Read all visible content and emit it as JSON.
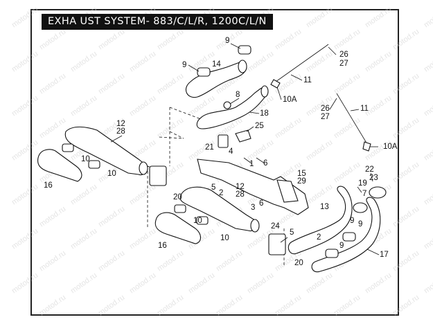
{
  "title": "EXHA UST SYSTEM- 883/C/L/R, 1200C/L/N",
  "watermark": "motod.ru",
  "callouts": [
    {
      "id": "c9a",
      "text": "9"
    },
    {
      "id": "c26a",
      "text": "26"
    },
    {
      "id": "c27a",
      "text": "27"
    },
    {
      "id": "c9b",
      "text": "9"
    },
    {
      "id": "c14",
      "text": "14"
    },
    {
      "id": "c11a",
      "text": "11"
    },
    {
      "id": "c8",
      "text": "8"
    },
    {
      "id": "c10Aa",
      "text": "10A"
    },
    {
      "id": "c18",
      "text": "18"
    },
    {
      "id": "c26b",
      "text": "26"
    },
    {
      "id": "c27b",
      "text": "27"
    },
    {
      "id": "c11b",
      "text": "11"
    },
    {
      "id": "c12a",
      "text": "12"
    },
    {
      "id": "c28a",
      "text": "28"
    },
    {
      "id": "c25",
      "text": "25"
    },
    {
      "id": "c21",
      "text": "21"
    },
    {
      "id": "c4",
      "text": "4"
    },
    {
      "id": "c10Ab",
      "text": "10A"
    },
    {
      "id": "c6a",
      "text": "6"
    },
    {
      "id": "c1",
      "text": "1"
    },
    {
      "id": "c10a",
      "text": "10"
    },
    {
      "id": "c10b",
      "text": "10"
    },
    {
      "id": "c22",
      "text": "22"
    },
    {
      "id": "c23",
      "text": "23"
    },
    {
      "id": "c15",
      "text": "15"
    },
    {
      "id": "c29",
      "text": "29"
    },
    {
      "id": "c19",
      "text": "19"
    },
    {
      "id": "c16a",
      "text": "16"
    },
    {
      "id": "c5",
      "text": "5"
    },
    {
      "id": "c2a",
      "text": "2"
    },
    {
      "id": "c12b",
      "text": "12"
    },
    {
      "id": "c28b",
      "text": "28"
    },
    {
      "id": "c7",
      "text": "7"
    },
    {
      "id": "c20a",
      "text": "20"
    },
    {
      "id": "c6b",
      "text": "6"
    },
    {
      "id": "c3",
      "text": "3"
    },
    {
      "id": "c13",
      "text": "13"
    },
    {
      "id": "c10c",
      "text": "10"
    },
    {
      "id": "c9c",
      "text": "9"
    },
    {
      "id": "c9d",
      "text": "9"
    },
    {
      "id": "c24",
      "text": "24"
    },
    {
      "id": "c5b",
      "text": "5"
    },
    {
      "id": "c2b",
      "text": "2"
    },
    {
      "id": "c10d",
      "text": "10"
    },
    {
      "id": "c16b",
      "text": "16"
    },
    {
      "id": "c9e",
      "text": "9"
    },
    {
      "id": "c17",
      "text": "17"
    },
    {
      "id": "c20b",
      "text": "20"
    }
  ]
}
